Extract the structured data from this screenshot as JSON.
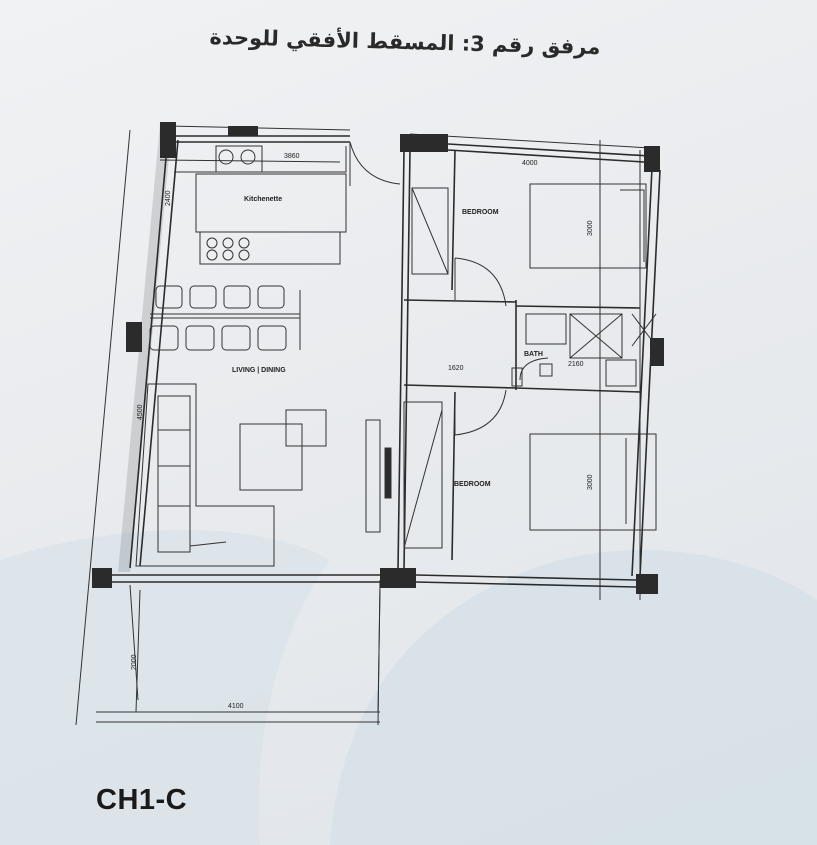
{
  "title": "مرفق رقم 3: المسقط الأفقي للوحدة",
  "unit_code": "CH1-C",
  "rooms": {
    "kitchenette": "Kitchenette",
    "living_dining": "LIVING | DINING",
    "bedroom_top": "BEDROOM",
    "bedroom_bottom": "BEDROOM",
    "bath": "BATH"
  },
  "dimensions": {
    "kitchen_width": "3860",
    "kitchen_depth": "2400",
    "living_depth": "4500",
    "bedroom_top_width": "4000",
    "bedroom_top_bed": "3000",
    "corridor_width": "1620",
    "bath_width": "2160",
    "bedroom_bottom_bed": "3000",
    "balcony_depth": "2000",
    "balcony_width": "4100"
  },
  "colors": {
    "wall": "#2b2b2b",
    "line": "#333333",
    "watermark": "#cdd9e2"
  }
}
